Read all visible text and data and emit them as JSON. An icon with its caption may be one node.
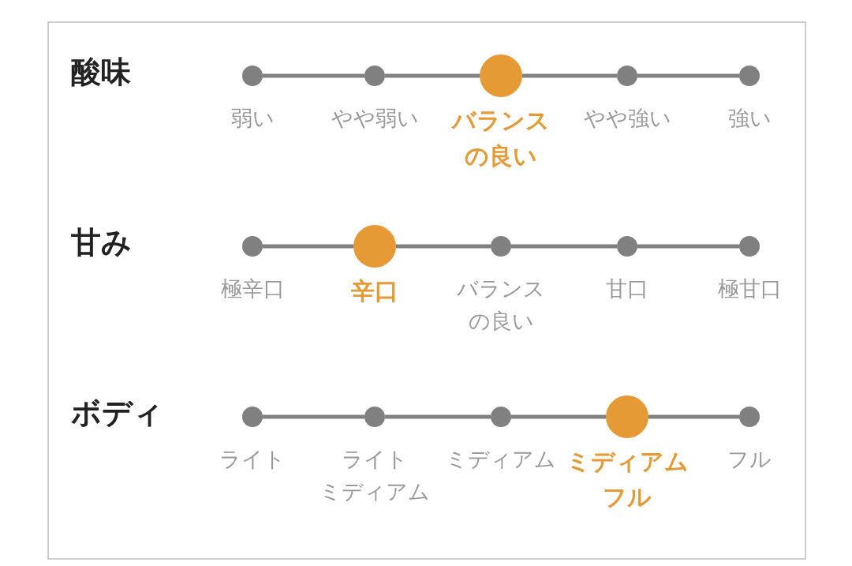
{
  "diagram": {
    "nodes": [
      {
        "text": [],
        "shape": "dot",
        "beside": [
          "弱い"
        ]
      },
      {
        "text": [],
        "shape": "dot",
        "beside": [
          "やや弱い"
        ]
      },
      {
        "text": [],
        "shape": "circle",
        "beside": [
          "バランスの良い"
        ]
      },
      {
        "text": [],
        "shape": "dot",
        "beside": [
          "やや強い"
        ]
      },
      {
        "text": [],
        "shape": "dot",
        "beside": [
          "強い"
        ]
      },
      {
        "text": [],
        "shape": "dot",
        "beside": [
          "極辛口"
        ]
      },
      {
        "text": [],
        "shape": "circle",
        "beside": [
          "辛口"
        ]
      },
      {
        "text": [],
        "shape": "dot",
        "beside": [
          "バランスの良い"
        ]
      },
      {
        "text": [],
        "shape": "dot",
        "beside": [
          "甘口"
        ]
      },
      {
        "text": [],
        "shape": "dot",
        "beside": [
          "極甘口"
        ]
      },
      {
        "text": [],
        "shape": "dot",
        "beside": [
          "ライト"
        ]
      },
      {
        "text": [],
        "shape": "dot",
        "beside": [
          "ライトミディアム"
        ]
      },
      {
        "text": [],
        "shape": "dot",
        "beside": [
          "ミディアム"
        ]
      },
      {
        "text": [],
        "shape": "circle",
        "beside": [
          "ミディアムフル"
        ]
      },
      {
        "text": [],
        "shape": "dot",
        "beside": [
          "フル"
        ]
      }
    ],
    "edges": [
      {
        "from": 0,
        "to": 1,
        "arrow": "none"
      },
      {
        "from": 1,
        "to": 2,
        "arrow": "none"
      },
      {
        "from": 2,
        "to": 3,
        "arrow": "none"
      },
      {
        "from": 3,
        "to": 4,
        "arrow": "none"
      },
      {
        "from": 5,
        "to": 6,
        "arrow": "none"
      },
      {
        "from": 6,
        "to": 7,
        "arrow": "none"
      },
      {
        "from": 7,
        "to": 8,
        "arrow": "none"
      },
      {
        "from": 8,
        "to": 9,
        "arrow": "none"
      },
      {
        "from": 10,
        "to": 11,
        "arrow": "none"
      },
      {
        "from": 11,
        "to": 12,
        "arrow": "none"
      },
      {
        "from": 12,
        "to": 13,
        "arrow": "none"
      },
      {
        "from": 13,
        "to": 14,
        "arrow": "none"
      }
    ],
    "labels": [
      "酸味",
      "甘み",
      "ボディ"
    ]
  }
}
